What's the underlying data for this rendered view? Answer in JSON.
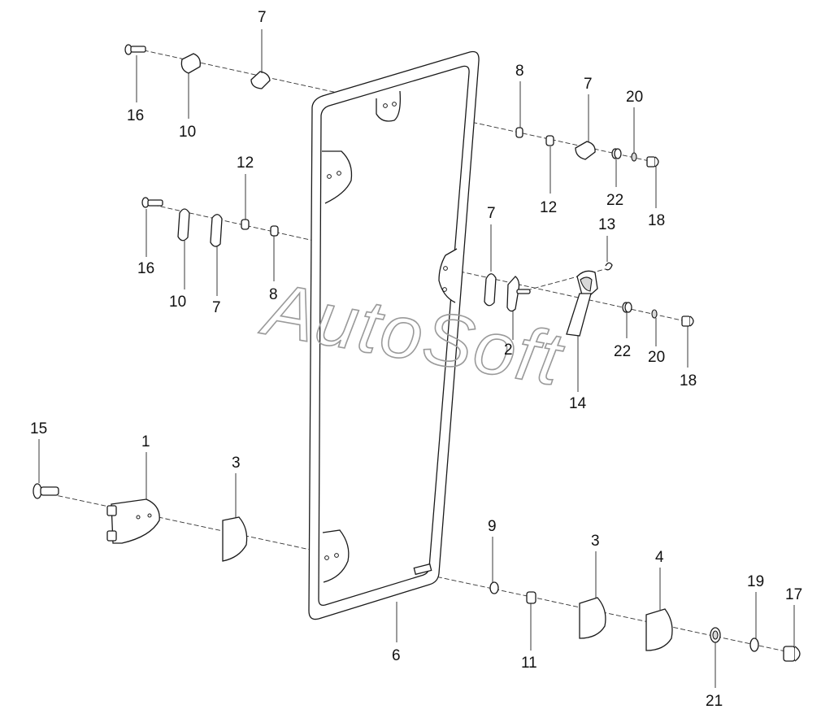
{
  "watermark": "AutoSoft",
  "callouts": {
    "c16a": "16",
    "c10a": "10",
    "c7a": "7",
    "c8a": "8",
    "c7b": "7",
    "c20a": "20",
    "c12a": "12",
    "c22a": "22",
    "c18a": "18",
    "c12b": "12",
    "c16b": "16",
    "c10b": "10",
    "c7c": "7",
    "c8b": "8",
    "c7d": "7",
    "c13": "13",
    "c2": "2",
    "c14": "14",
    "c22b": "22",
    "c20b": "20",
    "c18b": "18",
    "c15": "15",
    "c1": "1",
    "c3a": "3",
    "c6": "6",
    "c9": "9",
    "c11": "11",
    "c3b": "3",
    "c4": "4",
    "c19": "19",
    "c17": "17",
    "c21": "21"
  },
  "colors": {
    "line": "#1a1a1a",
    "watermark": "#9a9a9a",
    "background": "#ffffff"
  }
}
